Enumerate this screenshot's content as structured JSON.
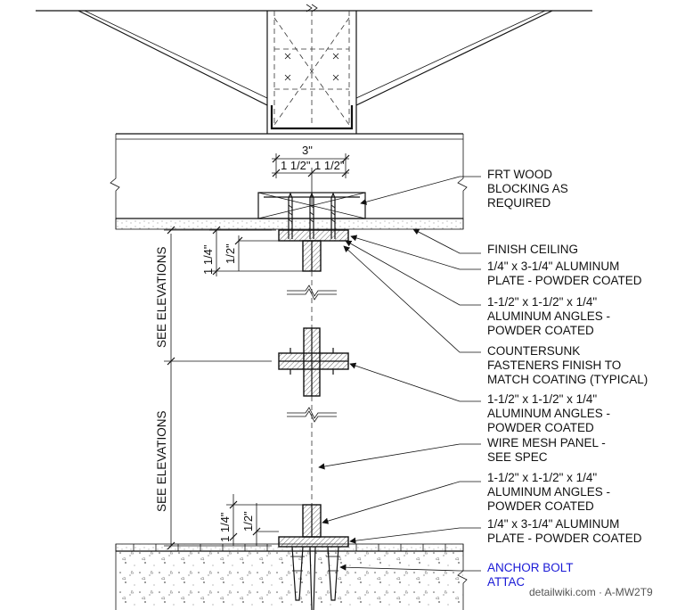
{
  "dimensions": {
    "overall_width": "3\"",
    "half_left": "1 1/2\"",
    "half_right": "1 1/2\"",
    "top_plate_depth": "1 1/4\"",
    "top_plate_thickness": "1/2\"",
    "bottom_plate_depth": "1 1/4\"",
    "bottom_plate_thickness": "1/2\""
  },
  "vertical_labels": {
    "upper": "SEE ELEVATIONS",
    "lower": "SEE ELEVATIONS"
  },
  "callouts": [
    {
      "lines": [
        "FRT WOOD",
        "BLOCKING AS",
        "REQUIRED"
      ]
    },
    {
      "lines": [
        "FINISH CEILING"
      ]
    },
    {
      "lines": [
        "1/4\" x 3-1/4\" ALUMINUM",
        "PLATE - POWDER COATED"
      ]
    },
    {
      "lines": [
        "1-1/2\" x 1-1/2\" x 1/4\"",
        "ALUMINUM ANGLES -",
        "POWDER COATED"
      ]
    },
    {
      "lines": [
        "COUNTERSUNK",
        "FASTENERS FINISH TO",
        "MATCH COATING (TYPICAL)"
      ]
    },
    {
      "lines": [
        "1-1/2\" x 1-1/2\" x 1/4\"",
        "ALUMINUM ANGLES -",
        "POWDER COATED"
      ]
    },
    {
      "lines": [
        "WIRE MESH PANEL -",
        "SEE SPEC"
      ]
    },
    {
      "lines": [
        "1-1/2\" x 1-1/2\" x 1/4\"",
        "ALUMINUM ANGLES -",
        "POWDER COATED"
      ]
    },
    {
      "lines": [
        "1/4\" x 3-1/4\" ALUMINUM",
        "PLATE - POWDER COATED"
      ]
    }
  ],
  "link_callout": {
    "lines": [
      "ANCHOR BOLT",
      "ATTAC"
    ],
    "color": "#1a1ad6"
  },
  "watermark": "detailwiki.com · A-MW2T9"
}
